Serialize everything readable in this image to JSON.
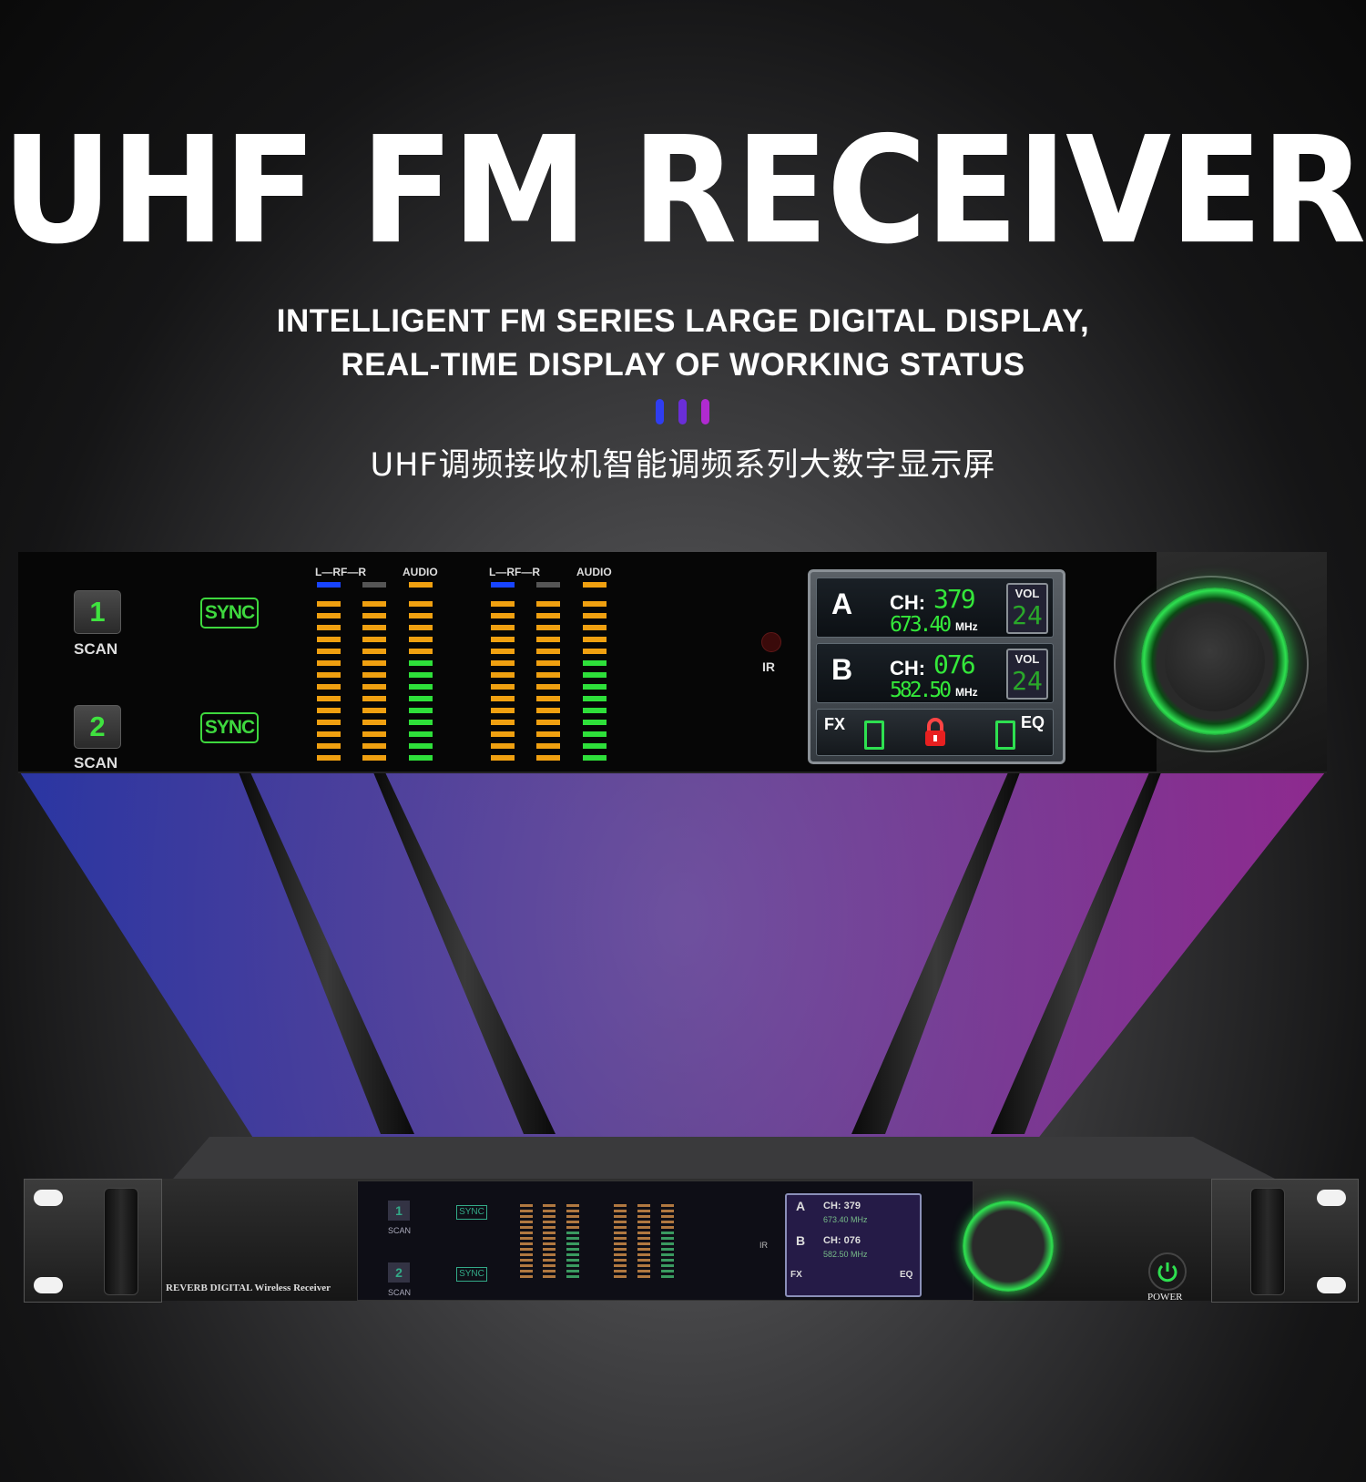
{
  "headline": "UHF FM RECEIVER",
  "subtitle_line1": "INTELLIGENT FM SERIES LARGE DIGITAL DISPLAY,",
  "subtitle_line2": "REAL-TIME DISPLAY OF WORKING STATUS",
  "chinese_caption": "UHF调频接收机智能调频系列大数字显示屏",
  "accent_dots": [
    "#2f3df0",
    "#6a2ed8",
    "#b02ad0"
  ],
  "panel": {
    "channels": [
      {
        "button": "1",
        "scan_label": "SCAN",
        "sync_label": "SYNC"
      },
      {
        "button": "2",
        "scan_label": "SCAN",
        "sync_label": "SYNC"
      }
    ],
    "meter_labels": {
      "rf": "L—RF—R",
      "audio": "AUDIO"
    },
    "ir_label": "IR",
    "display": {
      "a": {
        "letter": "A",
        "ch_label": "CH:",
        "channel": "379",
        "frequency": "673.40",
        "unit": "MHz",
        "vol_label": "VOL",
        "vol": "24"
      },
      "b": {
        "letter": "B",
        "ch_label": "CH:",
        "channel": "076",
        "frequency": "582.50",
        "unit": "MHz",
        "vol_label": "VOL",
        "vol": "24"
      },
      "fx_label": "FX",
      "eq_label": "EQ"
    }
  },
  "device": {
    "brand_text": "REVERB DIGITAL Wireless Receiver",
    "power_label": "POWER"
  },
  "colors": {
    "green": "#34e83a",
    "orange": "#f0a010",
    "knob_ring": "#2ee050"
  }
}
